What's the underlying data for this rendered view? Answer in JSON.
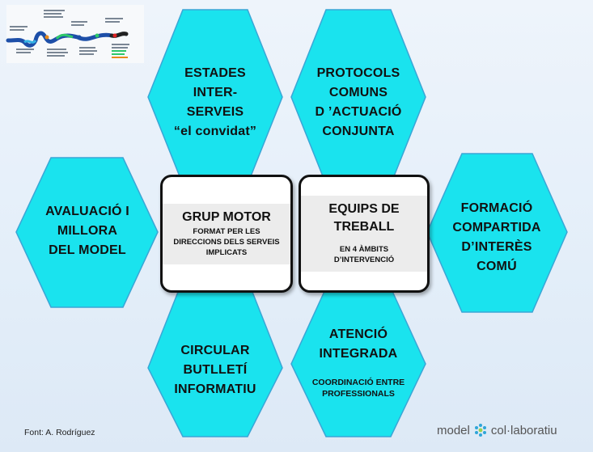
{
  "hexagons": {
    "estades": [
      "ESTADES",
      "INTER-",
      "SERVEIS",
      "“el convidat”"
    ],
    "protocols": [
      "PROTOCOLS",
      "COMUNS",
      "D ’ACTUACIÓ",
      "CONJUNTA"
    ],
    "avaluacio": [
      "AVALUACIÓ I",
      "MILLORA",
      "DEL MODEL"
    ],
    "formacio": [
      "FORMACIÓ",
      "COMPARTIDA",
      "D’INTERÈS",
      "COMÚ"
    ],
    "circular": [
      "CIRCULAR",
      "BUTLLETÍ",
      "INFORMATIU"
    ],
    "atencio": {
      "title": [
        "ATENCIÓ",
        "INTEGRADA"
      ],
      "sub": [
        "COORDINACIÓ ENTRE",
        "PROFESSIONALS"
      ]
    }
  },
  "boxes": {
    "grup_motor": {
      "title": "GRUP MOTOR",
      "sub": [
        "FORMAT PER LES",
        "DIRECCIONS DELS SERVEIS",
        "IMPLICATS"
      ]
    },
    "equips": {
      "title": [
        "EQUIPS DE",
        "TREBALL"
      ],
      "sub": [
        "EN 4 ÀMBITS",
        "D’INTERVENCIÓ"
      ]
    }
  },
  "footer": {
    "source": "Font: A. Rodríguez",
    "logo_left": "model",
    "logo_right": "col·laboratiu"
  },
  "colors": {
    "hex_fill": "#1ae3ee",
    "hex_stroke": "#3aa6d6",
    "box_border": "#111111"
  }
}
